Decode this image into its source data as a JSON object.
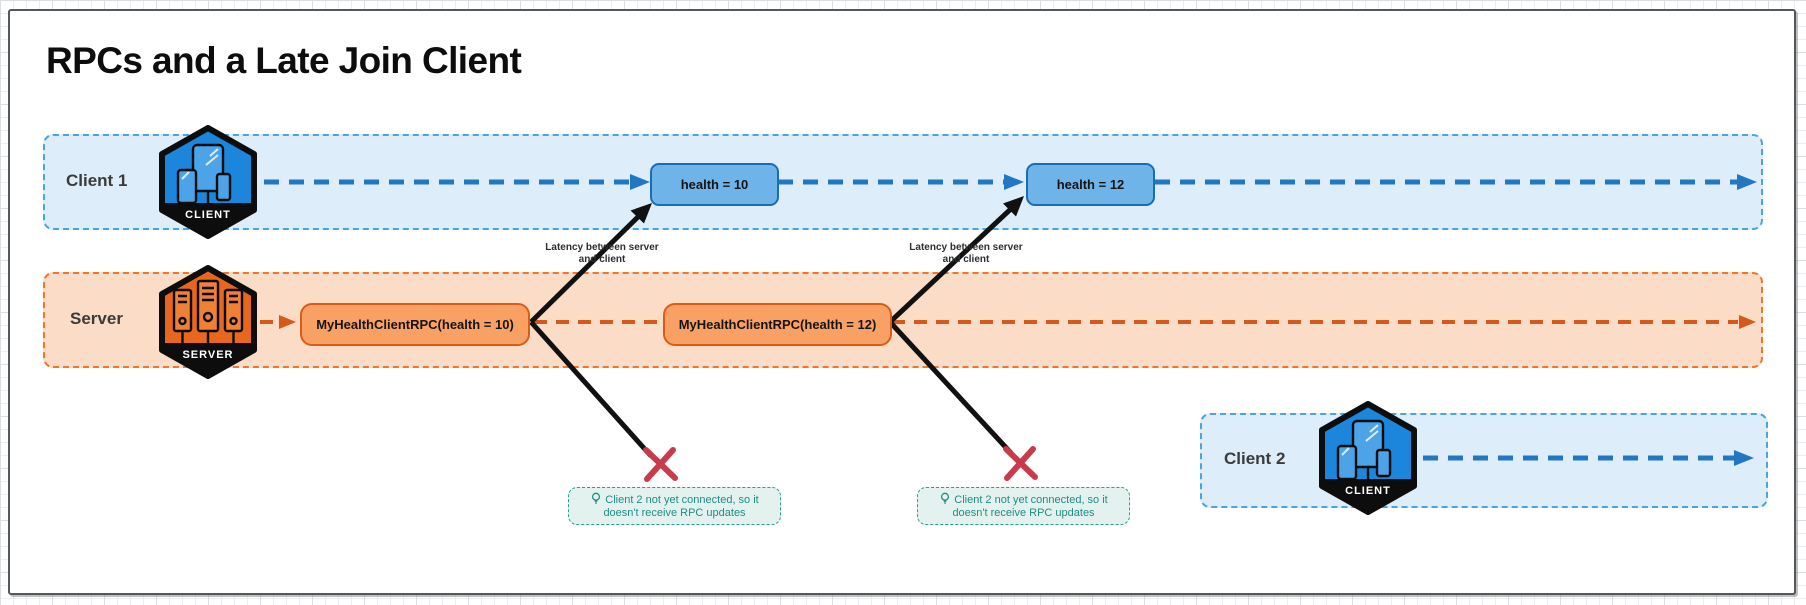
{
  "title": "RPCs and a Late Join Client",
  "lanes": {
    "client1": {
      "label": "Client 1"
    },
    "server": {
      "label": "Server"
    },
    "client2": {
      "label": "Client 2"
    }
  },
  "badges": {
    "client": "CLIENT",
    "server": "SERVER"
  },
  "nodes": {
    "health10": "health = 10",
    "health12": "health = 12",
    "rpc10": "MyHealthClientRPC(health = 10)",
    "rpc12": "MyHealthClientRPC(health = 12)"
  },
  "annotations": {
    "latency": "Latency between server and client",
    "late_join_note": "Client 2 not yet connected, so it doesn't receive RPC updates"
  },
  "colors": {
    "client_accent": "#2177c4",
    "client_lane_fill": "#ddeefa",
    "client_lane_border": "#4aa4e0",
    "client_node_fill": "#6fb4e9",
    "server_accent": "#d4591a",
    "server_lane_fill": "#fbdcc6",
    "server_lane_border": "#f0762b",
    "server_node_fill": "#f9a164",
    "note_teal": "#2a9d8f",
    "fail_red": "#c93a4b",
    "arrow_black": "#111111"
  }
}
